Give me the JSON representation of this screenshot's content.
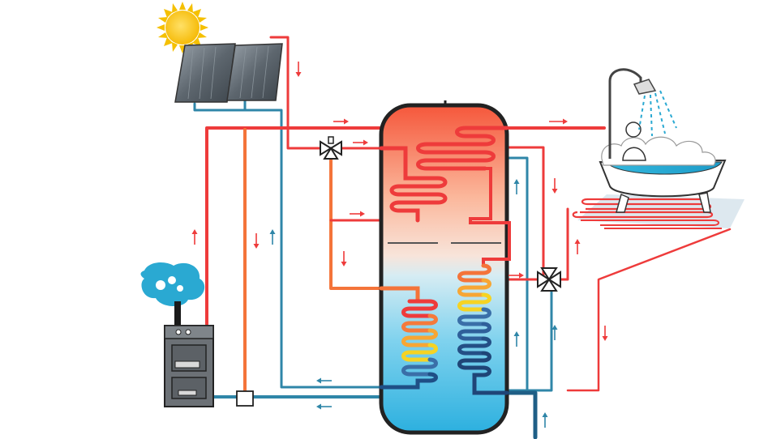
{
  "diagram": {
    "components": [
      {
        "name": "sun-icon"
      },
      {
        "name": "solar-panel-icon"
      },
      {
        "name": "solar-panel-icon"
      },
      {
        "name": "storage-tank-icon"
      },
      {
        "name": "boiler-stove-icon"
      },
      {
        "name": "smoke-cloud-icon"
      },
      {
        "name": "bathtub-icon"
      },
      {
        "name": "shower-head-icon"
      },
      {
        "name": "underfloor-heating-icon"
      },
      {
        "name": "mixing-valve-icon"
      },
      {
        "name": "mixing-valve-icon"
      },
      {
        "name": "pump-box-icon"
      }
    ],
    "colors": {
      "hot": "#ee3b3b",
      "warm": "#f4743a",
      "cold": "#2f86a8",
      "tank_outline": "#222222",
      "water_top": "#f6704a",
      "water_bottom": "#2fb3df"
    },
    "flow_arrows": [
      {
        "direction": "down"
      },
      {
        "direction": "right"
      },
      {
        "direction": "right"
      },
      {
        "direction": "right"
      },
      {
        "direction": "right"
      },
      {
        "direction": "down"
      },
      {
        "direction": "up"
      },
      {
        "direction": "down"
      },
      {
        "direction": "up"
      },
      {
        "direction": "up"
      },
      {
        "direction": "down"
      },
      {
        "direction": "right"
      },
      {
        "direction": "up"
      },
      {
        "direction": "down"
      },
      {
        "direction": "left"
      },
      {
        "direction": "left"
      },
      {
        "direction": "up"
      },
      {
        "direction": "up"
      },
      {
        "direction": "up"
      }
    ]
  }
}
